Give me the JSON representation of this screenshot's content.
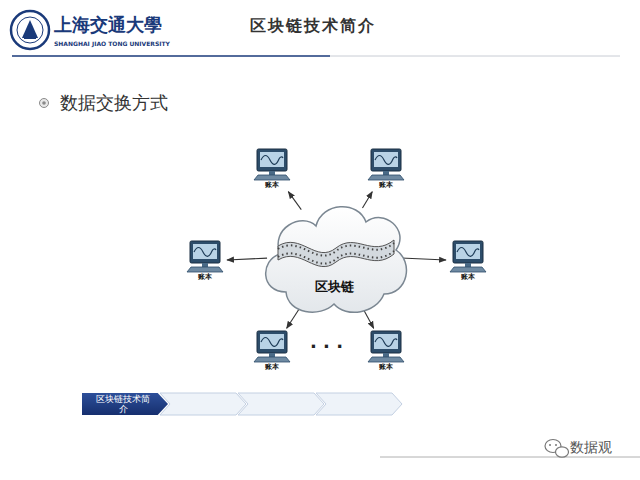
{
  "diagram": {
    "title": "区块链技术简介",
    "nodes": [
      {
        "text": [
          "区块链"
        ]
      },
      {
        "text": [
          "账本"
        ]
      },
      {
        "text": [
          "账本"
        ]
      },
      {
        "text": [
          "账本"
        ]
      },
      {
        "text": [
          "账本"
        ]
      },
      {
        "text": [
          "账本"
        ]
      },
      {
        "text": [
          "账本"
        ]
      },
      {
        "text": [
          "区块链技术简介"
        ]
      }
    ],
    "edges": [
      {
        "from": 0,
        "to": 1,
        "arrow": "to"
      },
      {
        "from": 0,
        "to": 2,
        "arrow": "to"
      },
      {
        "from": 0,
        "to": 3,
        "arrow": "to"
      },
      {
        "from": 0,
        "to": 4,
        "arrow": "to"
      },
      {
        "from": 0,
        "to": 5,
        "arrow": "to"
      },
      {
        "from": 0,
        "to": 6,
        "arrow": "to"
      }
    ],
    "labels": [
      "上海交通大學",
      "SHANGHAI JIAO TONG UNIVERSITY",
      "数据交换方式",
      "· · ·",
      "数据观"
    ]
  }
}
